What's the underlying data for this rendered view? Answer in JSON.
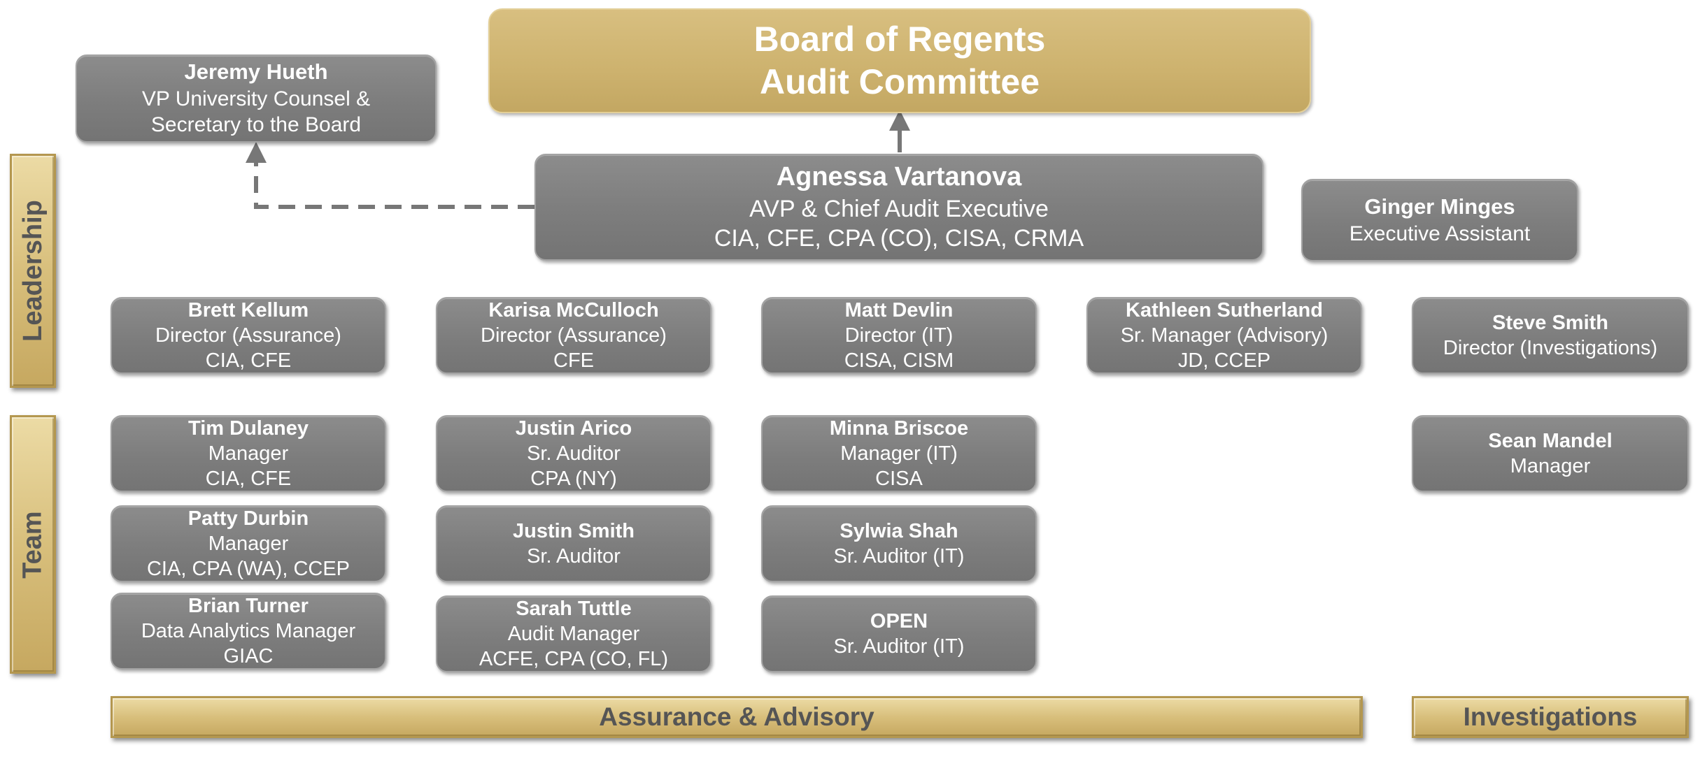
{
  "board": {
    "line1": "Board of Regents",
    "line2": "Audit Committee"
  },
  "counsel": {
    "name": "Jeremy Hueth",
    "title1": "VP University Counsel &",
    "title2": "Secretary to the Board"
  },
  "cae": {
    "name": "Agnessa Vartanova",
    "title": "AVP & Chief Audit Executive",
    "creds": "CIA, CFE, CPA (CO), CISA, CRMA"
  },
  "assistant": {
    "name": "Ginger Minges",
    "title": "Executive Assistant"
  },
  "sections": {
    "leadership": "Leadership",
    "team": "Team",
    "assurance": "Assurance & Advisory",
    "investigations": "Investigations"
  },
  "leadership": [
    {
      "name": "Brett Kellum",
      "title": "Director (Assurance)",
      "creds": "CIA, CFE"
    },
    {
      "name": "Karisa McCulloch",
      "title": "Director (Assurance)",
      "creds": "CFE"
    },
    {
      "name": "Matt Devlin",
      "title": "Director (IT)",
      "creds": "CISA, CISM"
    },
    {
      "name": "Kathleen Sutherland",
      "title": "Sr. Manager (Advisory)",
      "creds": "JD, CCEP"
    },
    {
      "name": "Steve Smith",
      "title": "Director (Investigations)",
      "creds": ""
    }
  ],
  "team": {
    "col1": [
      {
        "name": "Tim Dulaney",
        "title": "Manager",
        "creds": "CIA, CFE"
      },
      {
        "name": "Patty Durbin",
        "title": "Manager",
        "creds": "CIA, CPA (WA), CCEP"
      },
      {
        "name": "Brian Turner",
        "title": "Data Analytics Manager",
        "creds": "GIAC"
      }
    ],
    "col2": [
      {
        "name": "Justin Arico",
        "title": "Sr. Auditor",
        "creds": "CPA (NY)"
      },
      {
        "name": "Justin Smith",
        "title": "Sr. Auditor",
        "creds": ""
      },
      {
        "name": "Sarah Tuttle",
        "title": "Audit Manager",
        "creds": "ACFE, CPA (CO, FL)"
      }
    ],
    "col3": [
      {
        "name": "Minna Briscoe",
        "title": "Manager (IT)",
        "creds": "CISA"
      },
      {
        "name": "Sylwia Shah",
        "title": "Sr. Auditor (IT)",
        "creds": ""
      },
      {
        "name": "OPEN",
        "title": "Sr. Auditor (IT)",
        "creds": ""
      }
    ],
    "col5": [
      {
        "name": "Sean Mandel",
        "title": "Manager",
        "creds": ""
      }
    ]
  },
  "colors": {
    "box_gray": "#7f7f7f",
    "gold": "#cdb26e",
    "connector": "#777777",
    "label_text": "#555555"
  }
}
